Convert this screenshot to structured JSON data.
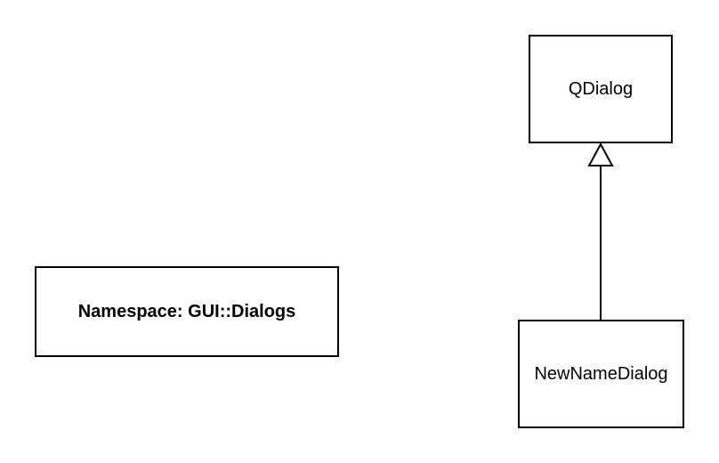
{
  "namespace": {
    "label": "Namespace: GUI::Dialogs"
  },
  "classes": {
    "base": {
      "label": "QDialog"
    },
    "derived": {
      "label": "NewNameDialog"
    }
  },
  "relations": [
    {
      "type": "inheritance",
      "from": "NewNameDialog",
      "to": "QDialog"
    }
  ],
  "colors": {
    "stroke": "#000000",
    "background": "#ffffff"
  }
}
